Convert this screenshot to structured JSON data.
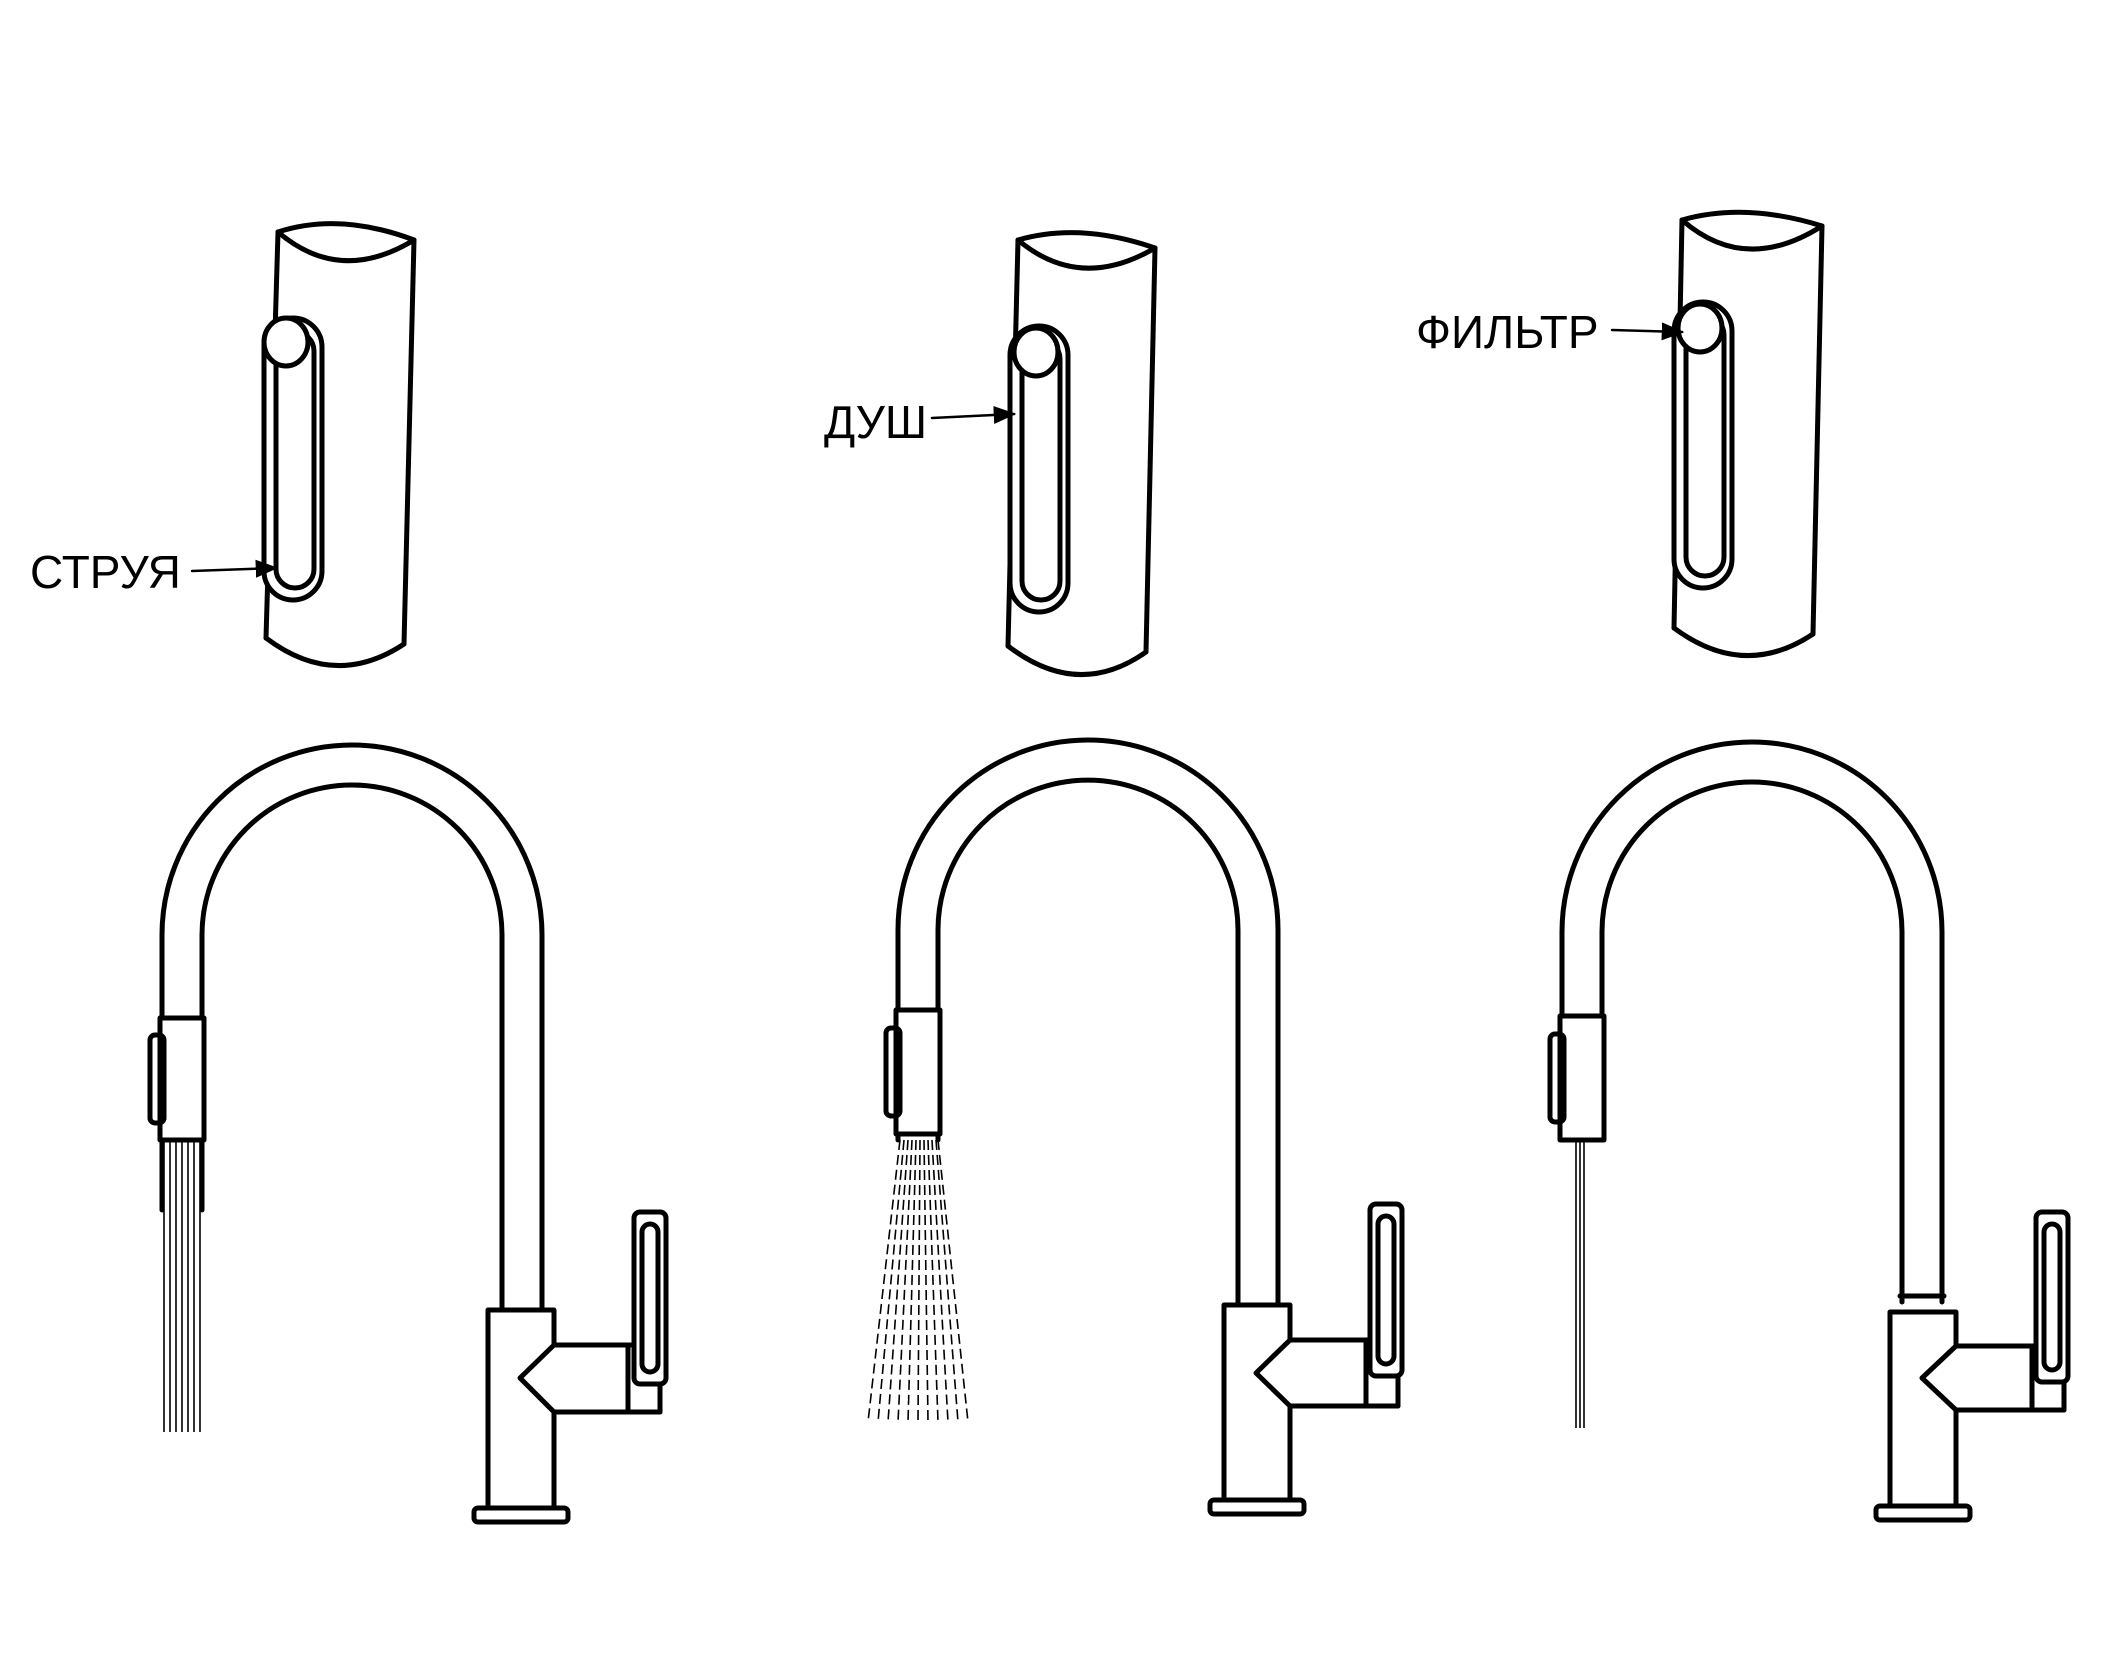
{
  "modes": [
    {
      "id": "jet",
      "label": "СТРУЯ",
      "spray_pattern": "parallel-jet"
    },
    {
      "id": "shower",
      "label": "ДУШ",
      "spray_pattern": "fan-shower"
    },
    {
      "id": "filter",
      "label": "ФИЛЬТР",
      "spray_pattern": "single-stream"
    }
  ]
}
